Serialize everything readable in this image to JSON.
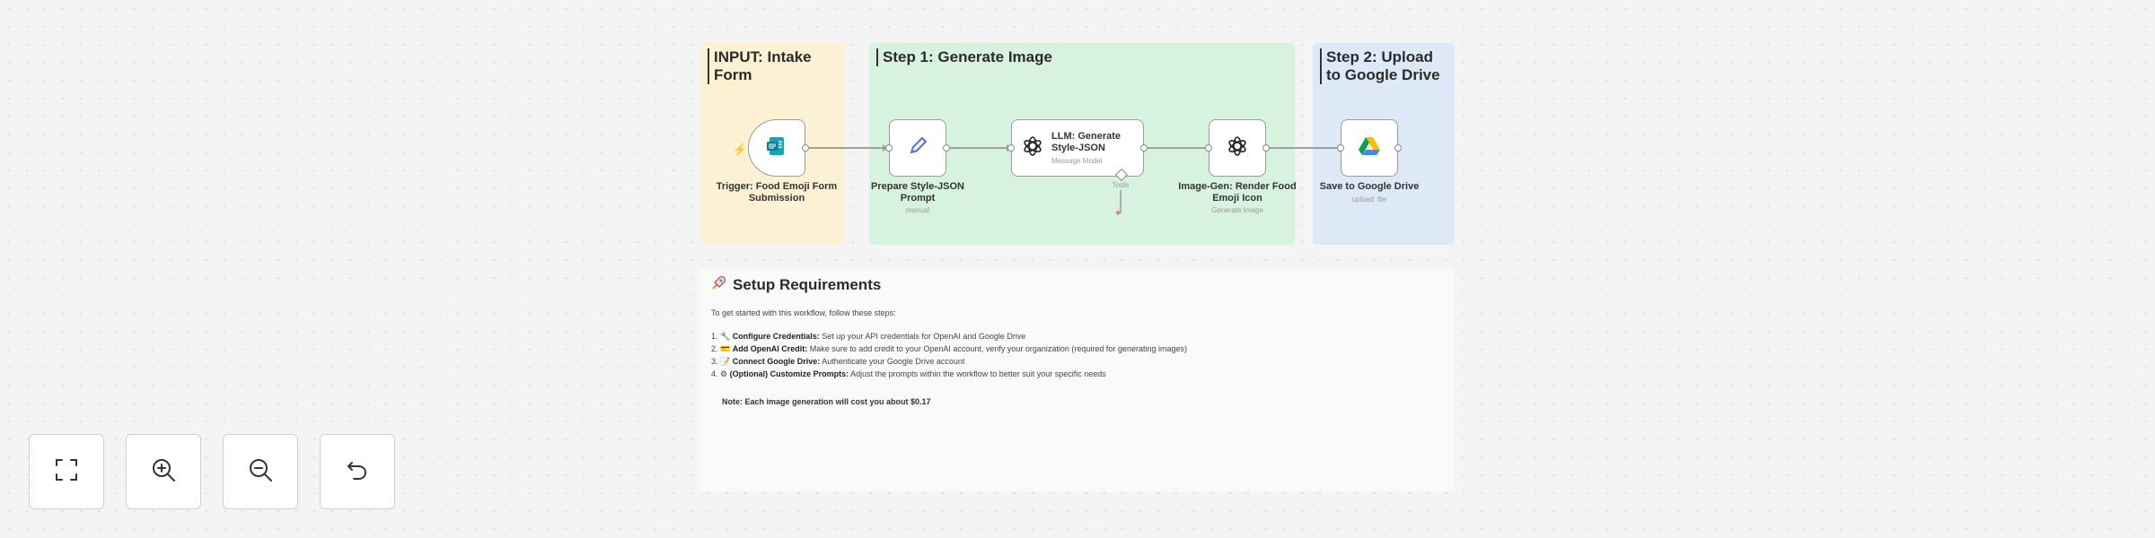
{
  "stickies": {
    "input": {
      "title": "INPUT: Intake Form"
    },
    "step1": {
      "title": "Step 1: Generate Image"
    },
    "step2": {
      "title": "Step 2: Upload to Google Drive"
    }
  },
  "nodes": {
    "trigger": {
      "label": "Trigger: Food Emoji Form Submission",
      "icon": "form-icon"
    },
    "prepare": {
      "label": "Prepare Style-JSON Prompt",
      "sub": "manual",
      "icon": "pencil-icon"
    },
    "llm": {
      "title": "LLM: Generate Style-JSON",
      "sub": "Message Model",
      "icon": "openai-icon",
      "port_label": "Tools"
    },
    "imagegen": {
      "label": "Image-Gen: Render Food Emoji Icon",
      "sub": "Generate Image",
      "icon": "openai-icon"
    },
    "drive": {
      "label": "Save to Google Drive",
      "sub": "upload: file",
      "icon": "google-drive-icon"
    }
  },
  "setup": {
    "title": "Setup Requirements",
    "title_icon": "rocket-icon",
    "intro": "To get started with this workflow, follow these steps:",
    "steps": [
      {
        "num": "1.",
        "icon": "🔧",
        "bold": "Configure Credentials:",
        "text": " Set up your API credentials for OpenAI and Google Drive"
      },
      {
        "num": "2.",
        "icon": "💳",
        "bold": "Add OpenAI Credit:",
        "text": " Make sure to add credit to your OpenAI account, verify your organization (required for generating images)"
      },
      {
        "num": "3.",
        "icon": "📝",
        "bold": "Connect Google Drive:",
        "text": " Authenticate your Google Drive account"
      },
      {
        "num": "4.",
        "icon": "⚙",
        "bold": "(Optional) Customize Prompts:",
        "text": " Adjust the prompts within the workflow to better suit your specific needs"
      }
    ],
    "note": "Note: Each image generation will cost you about $0.17"
  },
  "controls": [
    {
      "name": "fit-view-button",
      "icon": "fullscreen-icon"
    },
    {
      "name": "zoom-in-button",
      "icon": "zoom-in-icon"
    },
    {
      "name": "zoom-out-button",
      "icon": "zoom-out-icon"
    },
    {
      "name": "undo-button",
      "icon": "undo-icon"
    }
  ],
  "colors": {
    "input_sticky": "#fdf1d3",
    "step1_sticky": "#d7f3df",
    "step2_sticky": "#dde9f7",
    "trigger_icon": "#16a5b8",
    "pencil_icon": "#5b6fd8"
  }
}
